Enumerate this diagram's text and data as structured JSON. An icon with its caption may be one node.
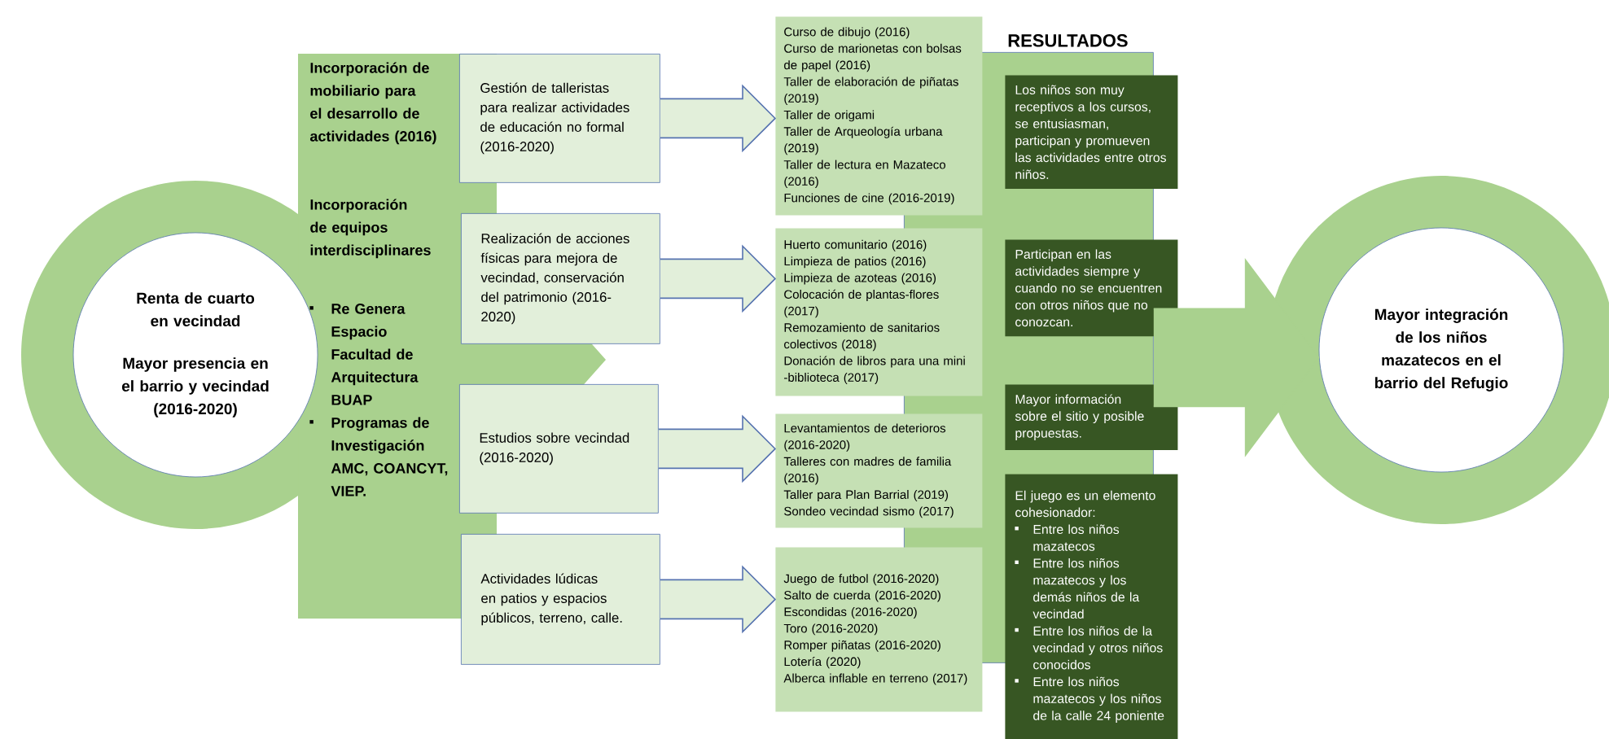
{
  "diagram": {
    "nodes": [
      {
        "text": [
          "Renta de cuarto en vecindad",
          "Mayor presencia en el barrio y vecindad (2016-2020)"
        ]
      },
      {
        "text": [
          "Incorporación de mobiliario para el desarrollo de actividades (2016)",
          "Incorporación de equipos interdisciplinares",
          "Re Genera Espacio",
          "Facultad de Arquitectura BUAP",
          "Programas de Investigación AMC, COANCYT, VIEP."
        ]
      },
      {
        "text": [
          "Gestión de talleristas para realizar actividades de educación no formal (2016-2020)"
        ]
      },
      {
        "text": [
          "Realización de acciones físicas para mejora de vecindad, conservación del patrimonio (2016-2020)"
        ]
      },
      {
        "text": [
          "Estudios sobre vecindad (2016-2020)"
        ]
      },
      {
        "text": [
          "Actividades lúdicas en patios y espacios públicos, terreno, calle."
        ]
      },
      {
        "text": [
          "Curso de dibujo (2016)",
          "Curso de marionetas con bolsas de papel (2016)",
          "Taller de elaboración de piñatas (2019)",
          "Taller de origami",
          "Taller de Arqueología urbana (2019)",
          "Taller de lectura en Mazateco (2016)",
          "Funciones de cine (2016-2019)"
        ]
      },
      {
        "text": [
          "Huerto comunitario (2016)",
          "Limpieza de patios (2016)",
          "Limpieza de azoteas (2016)",
          "Colocación de plantas-flores (2017)",
          "Remozamiento de sanitarios colectivos (2018)",
          "Donación de libros para una mini -biblioteca (2017)"
        ]
      },
      {
        "text": [
          "Levantamientos de deterioros (2016-2020)",
          "Talleres con madres de familia (2016)",
          "Taller para Plan Barrial (2019)",
          "Sondeo vecindad sismo (2017)"
        ]
      },
      {
        "text": [
          "Juego de futbol (2016-2020)",
          "Salto de cuerda (2016-2020)",
          "Escondidas (2016-2020)",
          "Toro (2016-2020)",
          "Romper piñatas (2016-2020)",
          "Lotería (2020)",
          "Alberca inflable en terreno (2017)"
        ]
      },
      {
        "text": [
          "RESULTADOS"
        ]
      },
      {
        "text": [
          "Los niños son muy receptivos a los cursos, se entusiasman, participan y promueven las actividades entre otros niños."
        ]
      },
      {
        "text": [
          "Participan en las actividades siempre y cuando no se encuentren con otros niños que no conozcan."
        ]
      },
      {
        "text": [
          "Mayor información sobre el sitio y posible propuestas."
        ]
      },
      {
        "text": [
          "El juego es un elemento cohesionador:",
          "Entre los niños mazatecos",
          "Entre los niños mazatecos y los demás niños de la vecindad",
          "Entre los niños de la vecindad y otros niños conocidos",
          "Entre los niños mazatecos y los niños de la calle 24 poniente"
        ]
      },
      {
        "text": [
          "Mayor integración de los niños mazatecos en el barrio del Refugio"
        ]
      }
    ],
    "edges": [
      {
        "from": 2,
        "to": 6,
        "arrow": "to"
      },
      {
        "from": 3,
        "to": 7,
        "arrow": "to"
      },
      {
        "from": 4,
        "to": 8,
        "arrow": "to"
      },
      {
        "from": 5,
        "to": 9,
        "arrow": "to"
      },
      {
        "from": 10,
        "to": 15,
        "arrow": "to"
      }
    ]
  }
}
